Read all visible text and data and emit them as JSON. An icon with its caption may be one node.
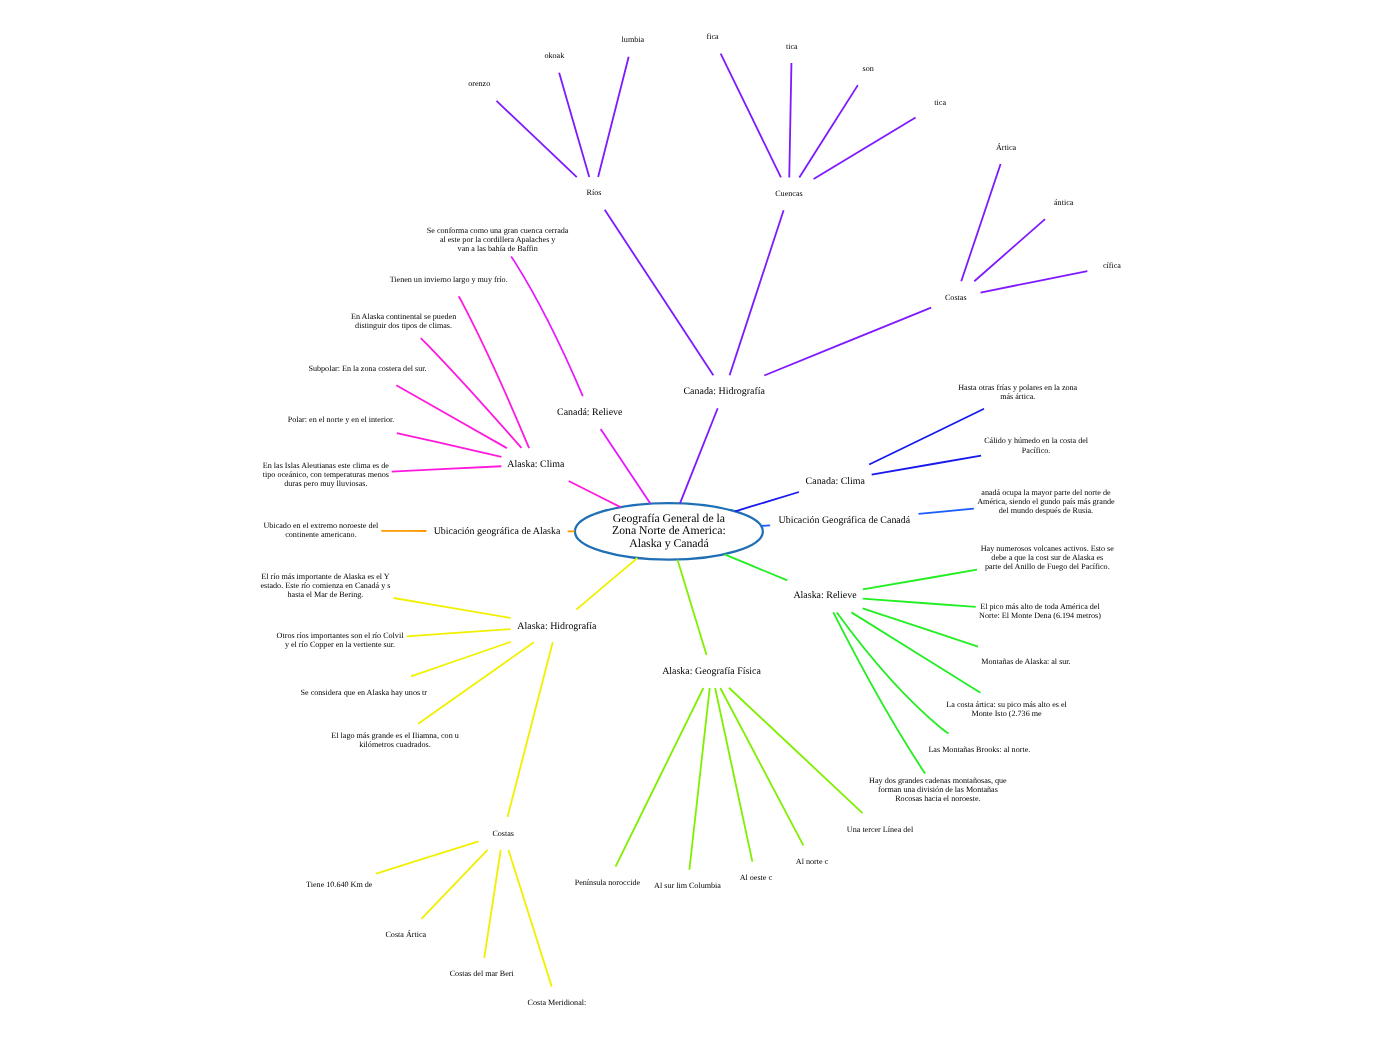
{
  "diagram": {
    "nodes": [
      {
        "text": [
          "Geografía General de la Zona Norte de America: Alaska y Canadá"
        ]
      },
      {
        "text": [
          "Ubicación Geográfica de Canadá"
        ]
      },
      {
        "text": [
          "anadá ocupa la mayor parte del norte de América, siendo el gundo país más grande del mundo después de Rusia."
        ]
      },
      {
        "text": [
          "Canada: Clima"
        ]
      },
      {
        "text": [
          "Cálido y húmedo en la costa del Pacífico."
        ]
      },
      {
        "text": [
          "Hasta otras frías y polares en la zona más ártica."
        ]
      },
      {
        "text": [
          "Canada: Hidrografía"
        ]
      },
      {
        "text": [
          "Costas"
        ]
      },
      {
        "text": [
          "cífica"
        ]
      },
      {
        "text": [
          "ántica"
        ]
      },
      {
        "text": [
          "Ártica"
        ]
      },
      {
        "text": [
          "Cuencas"
        ]
      },
      {
        "text": [
          "tica"
        ]
      },
      {
        "text": [
          "son"
        ]
      },
      {
        "text": [
          "tica"
        ]
      },
      {
        "text": [
          "fica"
        ]
      },
      {
        "text": [
          "Ríos"
        ]
      },
      {
        "text": [
          "lumbia"
        ]
      },
      {
        "text": [
          "okoak"
        ]
      },
      {
        "text": [
          "orenzo"
        ]
      },
      {
        "text": [
          "Canadá: Relieve"
        ]
      },
      {
        "text": [
          "Se conforma como una gran cuenca cerrada al este por la cordillera Apalaches y van a las bahía de Baffin"
        ]
      },
      {
        "text": [
          "Alaska: Clima"
        ]
      },
      {
        "text": [
          "Tienen un invierno largo y muy frío."
        ]
      },
      {
        "text": [
          "En Alaska continental se pueden distinguir dos tipos de climas."
        ]
      },
      {
        "text": [
          "Subpolar: En la zona costera del sur."
        ]
      },
      {
        "text": [
          "Polar: en el norte y en el interior."
        ]
      },
      {
        "text": [
          "En las Islas Aleutianas este clima es de tipo oceánico, con temperaturas menos duras pero muy lluviosas."
        ]
      },
      {
        "text": [
          "Ubicación geográfica de Alaska"
        ]
      },
      {
        "text": [
          "Ubicado en el extremo noroeste del continente americano."
        ]
      },
      {
        "text": [
          "Alaska: Hidrografía"
        ]
      },
      {
        "text": [
          "El río más importante de Alaska es el Y estado. Este río comienza en Canadá y s hasta el Mar de Bering."
        ]
      },
      {
        "text": [
          "Otros ríos importantes son el río Colvil y el río Copper en la vertiente sur."
        ]
      },
      {
        "text": [
          "Se considera que en Alaska hay unos tr"
        ]
      },
      {
        "text": [
          "El lago más grande es el Iliamna, con u kilómetros cuadrados."
        ]
      },
      {
        "text": [
          "Costas"
        ]
      },
      {
        "text": [
          "Tiene 10.640 Km de"
        ]
      },
      {
        "text": [
          "Costa Ártica"
        ]
      },
      {
        "text": [
          "Costas del mar Beri"
        ]
      },
      {
        "text": [
          "Costa Meridional:"
        ]
      },
      {
        "text": [
          "Alaska: Geografía Física"
        ]
      },
      {
        "text": [
          "Península noroccide"
        ]
      },
      {
        "text": [
          "Al sur lim Columbia"
        ]
      },
      {
        "text": [
          "Al oeste c"
        ]
      },
      {
        "text": [
          "Al norte c"
        ]
      },
      {
        "text": [
          "Una tercer Línea del"
        ]
      },
      {
        "text": [
          "Alaska: Relieve"
        ]
      },
      {
        "text": [
          "Hay dos grandes cadenas montañosas, que forman una división de las Montañas Rocosas hacia el noroeste."
        ]
      },
      {
        "text": [
          "Las Montañas Brooks: al norte."
        ]
      },
      {
        "text": [
          "La costa ártica: su pico más alto es el Monte Isto (2.736 me"
        ]
      },
      {
        "text": [
          "Montañas de Alaska: al sur."
        ]
      },
      {
        "text": [
          "El pico más alto de toda América del Norte: El Monte Dena (6.194 metros)"
        ]
      },
      {
        "text": [
          "Hay numerosos volcanes activos. Esto se debe a que la cost sur de Alaska es parte del Anillo de Fuego del Pacífico."
        ]
      }
    ],
    "edges": [
      {
        "from": 0,
        "to": 1,
        "arrow": "none",
        "color": "#1a5cff"
      },
      {
        "from": 1,
        "to": 2,
        "arrow": "none",
        "color": "#1a5cff"
      },
      {
        "from": 0,
        "to": 3,
        "arrow": "none",
        "color": "#1a1aee"
      },
      {
        "from": 3,
        "to": 4,
        "arrow": "none",
        "color": "#1a1aee"
      },
      {
        "from": 3,
        "to": 5,
        "arrow": "none",
        "color": "#1a1aee"
      },
      {
        "from": 0,
        "to": 6,
        "arrow": "none",
        "color": "#7f1aff"
      },
      {
        "from": 6,
        "to": 7,
        "arrow": "none",
        "color": "#7f1aff"
      },
      {
        "from": 7,
        "to": 8,
        "arrow": "none",
        "color": "#7f1aff"
      },
      {
        "from": 7,
        "to": 9,
        "arrow": "none",
        "color": "#7f1aff"
      },
      {
        "from": 7,
        "to": 10,
        "arrow": "none",
        "color": "#7f1aff"
      },
      {
        "from": 6,
        "to": 11,
        "arrow": "none",
        "color": "#7f1aff"
      },
      {
        "from": 11,
        "to": 12,
        "arrow": "none",
        "color": "#7f1aff"
      },
      {
        "from": 11,
        "to": 13,
        "arrow": "none",
        "color": "#7f1aff"
      },
      {
        "from": 11,
        "to": 14,
        "arrow": "none",
        "color": "#7f1aff"
      },
      {
        "from": 11,
        "to": 15,
        "arrow": "none",
        "color": "#7f1aff"
      },
      {
        "from": 6,
        "to": 16,
        "arrow": "none",
        "color": "#7f1aff"
      },
      {
        "from": 16,
        "to": 17,
        "arrow": "none",
        "color": "#7f1aff"
      },
      {
        "from": 16,
        "to": 18,
        "arrow": "none",
        "color": "#7f1aff"
      },
      {
        "from": 16,
        "to": 19,
        "arrow": "none",
        "color": "#7f1aff"
      },
      {
        "from": 0,
        "to": 20,
        "arrow": "none",
        "color": "#e61aff"
      },
      {
        "from": 20,
        "to": 21,
        "arrow": "none",
        "color": "#e61aff"
      },
      {
        "from": 0,
        "to": 22,
        "arrow": "none",
        "color": "#ff1add"
      },
      {
        "from": 22,
        "to": 23,
        "arrow": "none",
        "color": "#ff1add"
      },
      {
        "from": 22,
        "to": 24,
        "arrow": "none",
        "color": "#ff1add"
      },
      {
        "from": 22,
        "to": 25,
        "arrow": "none",
        "color": "#ff1add"
      },
      {
        "from": 22,
        "to": 26,
        "arrow": "none",
        "color": "#ff1add"
      },
      {
        "from": 22,
        "to": 27,
        "arrow": "none",
        "color": "#ff1add"
      },
      {
        "from": 0,
        "to": 28,
        "arrow": "none",
        "color": "#ff9900"
      },
      {
        "from": 28,
        "to": 29,
        "arrow": "none",
        "color": "#ff9900"
      },
      {
        "from": 0,
        "to": 30,
        "arrow": "none",
        "color": "#f0f000"
      },
      {
        "from": 30,
        "to": 31,
        "arrow": "none",
        "color": "#f0f000"
      },
      {
        "from": 30,
        "to": 32,
        "arrow": "none",
        "color": "#f0f000"
      },
      {
        "from": 30,
        "to": 33,
        "arrow": "none",
        "color": "#f0f000"
      },
      {
        "from": 30,
        "to": 34,
        "arrow": "none",
        "color": "#f0f000"
      },
      {
        "from": 30,
        "to": 35,
        "arrow": "none",
        "color": "#f0f000"
      },
      {
        "from": 35,
        "to": 36,
        "arrow": "none",
        "color": "#f0f000"
      },
      {
        "from": 35,
        "to": 37,
        "arrow": "none",
        "color": "#f0f000"
      },
      {
        "from": 35,
        "to": 38,
        "arrow": "none",
        "color": "#f0f000"
      },
      {
        "from": 35,
        "to": 39,
        "arrow": "none",
        "color": "#f0f000"
      },
      {
        "from": 0,
        "to": 40,
        "arrow": "none",
        "color": "#80f000"
      },
      {
        "from": 40,
        "to": 41,
        "arrow": "none",
        "color": "#80f000"
      },
      {
        "from": 40,
        "to": 42,
        "arrow": "none",
        "color": "#80f000"
      },
      {
        "from": 40,
        "to": 43,
        "arrow": "none",
        "color": "#80f000"
      },
      {
        "from": 40,
        "to": 44,
        "arrow": "none",
        "color": "#80f000"
      },
      {
        "from": 40,
        "to": 45,
        "arrow": "none",
        "color": "#80f000"
      },
      {
        "from": 0,
        "to": 46,
        "arrow": "none",
        "color": "#22ee22"
      },
      {
        "from": 46,
        "to": 47,
        "arrow": "none",
        "color": "#22ee22"
      },
      {
        "from": 46,
        "to": 48,
        "arrow": "none",
        "color": "#22ee22"
      },
      {
        "from": 46,
        "to": 49,
        "arrow": "none",
        "color": "#22ee22"
      },
      {
        "from": 46,
        "to": 50,
        "arrow": "none",
        "color": "#22ee22"
      },
      {
        "from": 46,
        "to": 51,
        "arrow": "none",
        "color": "#22ee22"
      },
      {
        "from": 46,
        "to": 52,
        "arrow": "none",
        "color": "#22ee22"
      }
    ]
  }
}
